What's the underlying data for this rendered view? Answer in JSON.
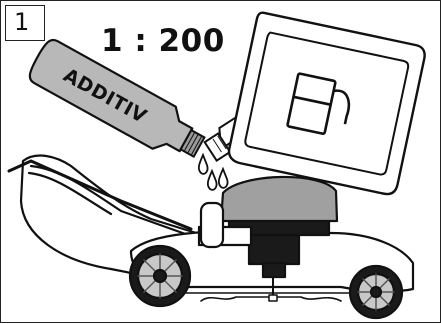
{
  "step": {
    "number": "1"
  },
  "ratio": {
    "text": "1 : 200"
  },
  "bottle": {
    "label": "ADDITIV"
  },
  "colors": {
    "line": "#111111",
    "bottle_fill": "#b8b8b8",
    "cap_fill": "#9a9a9a",
    "engine_top": "#a0a0a0",
    "engine_block": "#1a1a1a",
    "can_fill": "#ffffff",
    "background": "#ffffff"
  },
  "icons": {
    "fuel_pump": "fuel-pump-icon",
    "drop": "drop-icon",
    "wheel": "wheel-icon"
  }
}
